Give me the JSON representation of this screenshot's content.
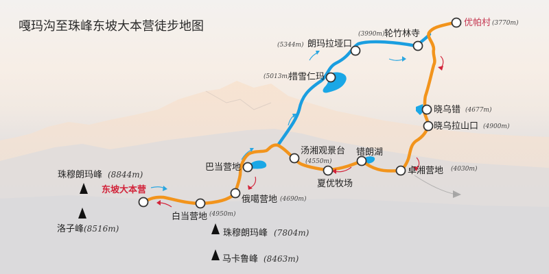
{
  "title": "嘎玛沟至珠峰东坡大本营徒步地图",
  "colors": {
    "route_orange": "#f2941c",
    "route_blue": "#1a9ee0",
    "lake_blue": "#1aa7e6",
    "arrow_red": "#d2243a",
    "arrow_blue": "#2aa6e0",
    "start_label_red": "#d2243a",
    "end_label_red": "#c43650"
  },
  "waypoints": [
    {
      "name": "优帕村",
      "elevation": "3770m",
      "elevation_label": "(3770m)"
    },
    {
      "name": "轮竹林寺",
      "elevation": "3990m",
      "elevation_label": "(3990m)"
    },
    {
      "name": "朗玛拉垭口",
      "elevation": "5344m",
      "elevation_label": "(5344m)"
    },
    {
      "name": "措雪仁玛",
      "elevation": "5013m",
      "elevation_label": "(5013m)"
    },
    {
      "name": "晓乌错",
      "elevation": "4677m",
      "elevation_label": "(4677m)"
    },
    {
      "name": "晓乌拉山口",
      "elevation": "4900m",
      "elevation_label": "(4900m)"
    },
    {
      "name": "卓湘营地",
      "elevation": "4030m",
      "elevation_label": "(4030m)"
    },
    {
      "name": "错朗湖",
      "elevation": "",
      "elevation_label": ""
    },
    {
      "name": "夏优牧场",
      "elevation": "",
      "elevation_label": ""
    },
    {
      "name": "汤湘观景台",
      "elevation": "4550m",
      "elevation_label": "(4550m)"
    },
    {
      "name": "巴当营地",
      "elevation": "",
      "elevation_label": ""
    },
    {
      "name": "俄噶营地",
      "elevation": "4690m",
      "elevation_label": "(4690m)"
    },
    {
      "name": "白当营地",
      "elevation": "4950m",
      "elevation_label": "(4950m)"
    },
    {
      "name": "东坡大本营",
      "elevation": "",
      "elevation_label": ""
    }
  ],
  "peaks": [
    {
      "name": "珠穆朗玛峰",
      "elevation_label": "(8844m)"
    },
    {
      "name": "洛子峰",
      "elevation_label": "(8516m)"
    },
    {
      "name": "珠穆朗玛峰",
      "elevation_label": "(7804m)"
    },
    {
      "name": "马卡鲁峰",
      "elevation_label": "(8463m)"
    }
  ]
}
